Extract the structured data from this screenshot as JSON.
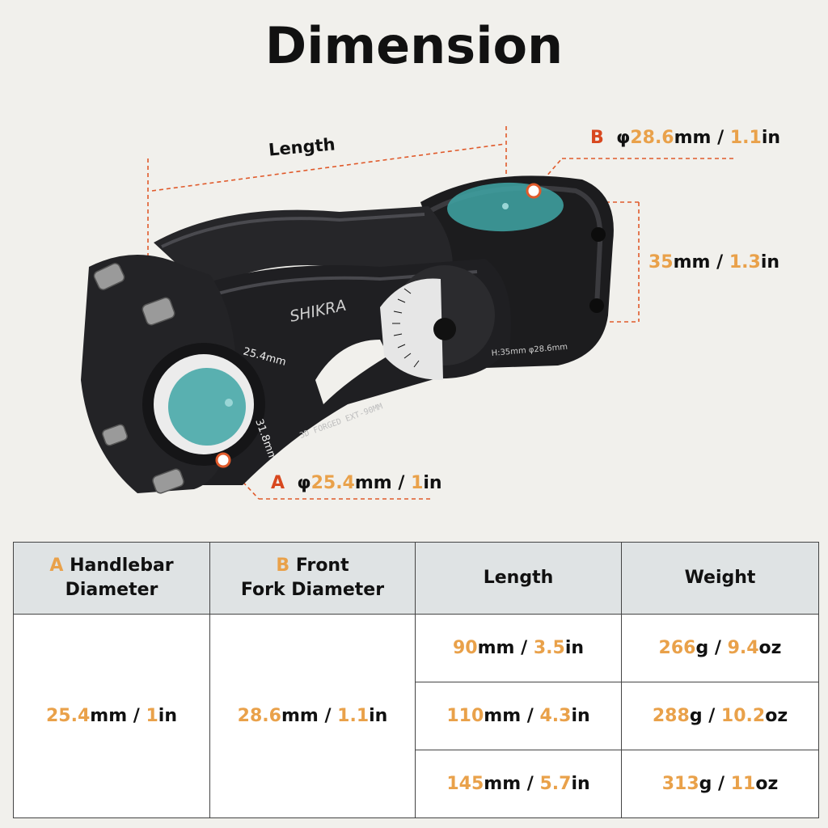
{
  "title": "Dimension",
  "callouts": {
    "length": "Length",
    "b": {
      "letter": "B",
      "prefix": "φ",
      "mm": "28.6",
      "mm_unit": "mm",
      "sep": " / ",
      "inch": "1.1",
      "in_unit": "in"
    },
    "a": {
      "letter": "A",
      "prefix": "φ",
      "mm": "25.4",
      "mm_unit": "mm",
      "sep": " / ",
      "inch": "1",
      "in_unit": "in"
    },
    "height": {
      "mm": "35",
      "mm_unit": "mm",
      "sep": " / ",
      "inch": "1.3",
      "in_unit": "in"
    }
  },
  "product": {
    "brand": "SHIKRA",
    "markings": [
      "25.4mm",
      "31.8mm",
      "3D FORGED  EXT-90MM",
      "H:35mm  φ28.6mm"
    ],
    "accent_color": "#e05a2b",
    "teal_color": "#3fa6a6"
  },
  "table": {
    "headers": [
      {
        "letter": "A",
        "label1": "Handlebar",
        "label2": "Diameter"
      },
      {
        "letter": "B",
        "label1": "Front",
        "label2": "Fork Diameter"
      },
      {
        "label1": "Length"
      },
      {
        "label1": "Weight"
      }
    ],
    "handlebar": {
      "num": "25.4",
      "unit": "mm",
      "sep": " / ",
      "num2": "1",
      "unit2": "in"
    },
    "fork": {
      "num": "28.6",
      "unit": "mm",
      "sep": " / ",
      "num2": "1.1",
      "unit2": "in"
    },
    "rows": [
      {
        "len": {
          "num": "90",
          "unit": "mm",
          "sep": " / ",
          "num2": "3.5",
          "unit2": "in"
        },
        "wt": {
          "num": "266",
          "unit": "g",
          "sep": " / ",
          "num2": "9.4",
          "unit2": "oz"
        }
      },
      {
        "len": {
          "num": "110",
          "unit": "mm",
          "sep": " / ",
          "num2": "4.3",
          "unit2": "in"
        },
        "wt": {
          "num": "288",
          "unit": "g",
          "sep": " / ",
          "num2": "10.2",
          "unit2": "oz"
        }
      },
      {
        "len": {
          "num": "145",
          "unit": "mm",
          "sep": " / ",
          "num2": "5.7",
          "unit2": "in"
        },
        "wt": {
          "num": "313",
          "unit": "g",
          "sep": " / ",
          "num2": "11",
          "unit2": "oz"
        }
      }
    ]
  }
}
